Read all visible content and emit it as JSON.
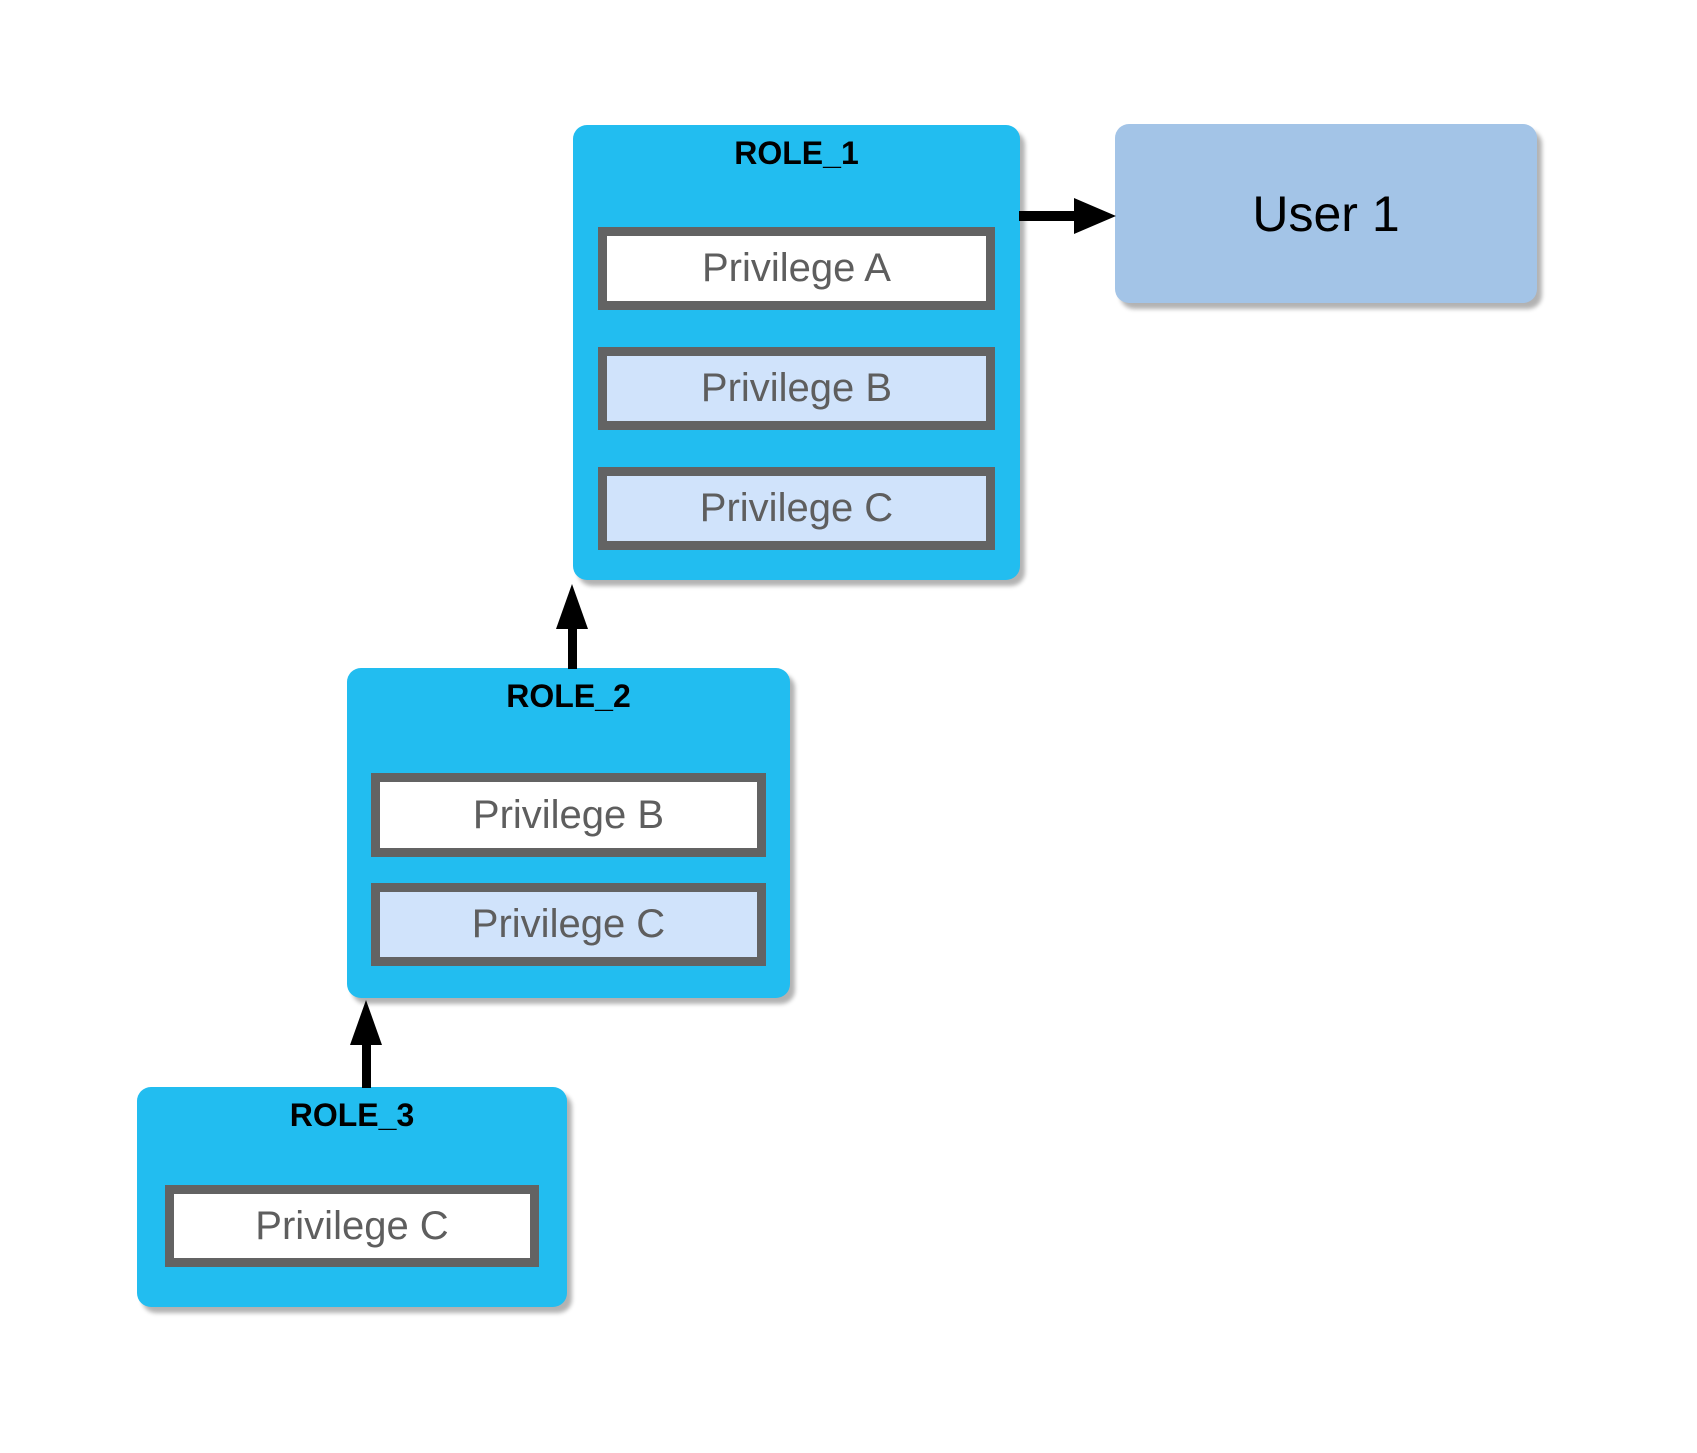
{
  "colors": {
    "role_fill": "#22BDF0",
    "user_fill": "#A3C4E7",
    "privilege_own_fill": "#FFFFFF",
    "privilege_inherited_fill": "#D0E3FB",
    "privilege_border": "#636363",
    "privilege_text": "#5E5E5E",
    "title_text": "#000000",
    "arrow": "#000000"
  },
  "nodes": {
    "role_1": {
      "title": "ROLE_1",
      "privileges": [
        {
          "label": "Privilege A",
          "inherited": false
        },
        {
          "label": "Privilege B",
          "inherited": true
        },
        {
          "label": "Privilege C",
          "inherited": true
        }
      ]
    },
    "role_2": {
      "title": "ROLE_2",
      "privileges": [
        {
          "label": "Privilege B",
          "inherited": false
        },
        {
          "label": "Privilege C",
          "inherited": true
        }
      ]
    },
    "role_3": {
      "title": "ROLE_3",
      "privileges": [
        {
          "label": "Privilege C",
          "inherited": false
        }
      ]
    },
    "user_1": {
      "label": "User 1"
    }
  },
  "edges": [
    {
      "from": "ROLE_1",
      "to": "User 1",
      "direction": "right"
    },
    {
      "from": "ROLE_2",
      "to": "ROLE_1",
      "direction": "up"
    },
    {
      "from": "ROLE_3",
      "to": "ROLE_2",
      "direction": "up"
    }
  ]
}
